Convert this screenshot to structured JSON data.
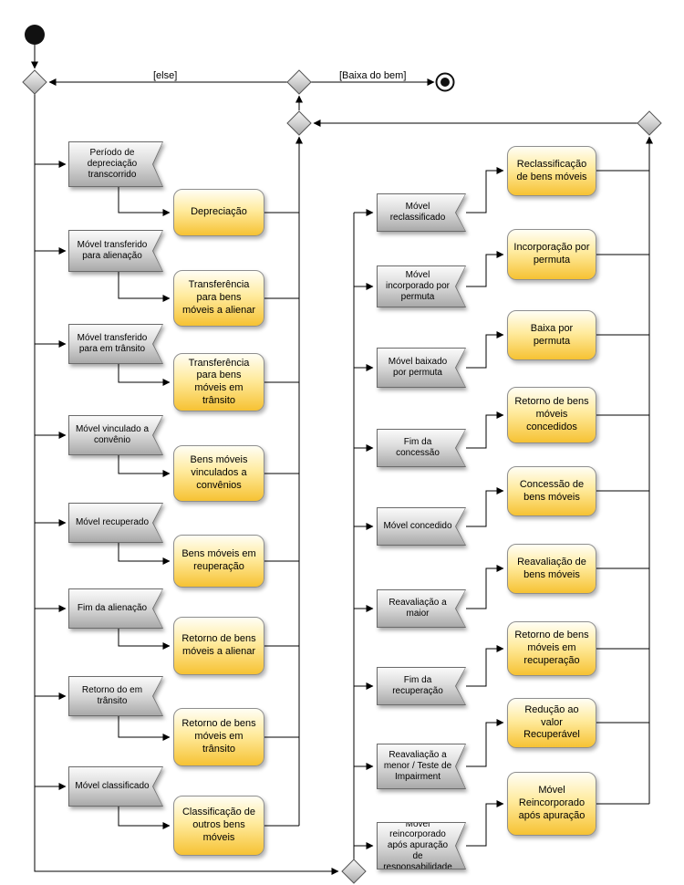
{
  "diagram": {
    "edge_labels": {
      "else": "[else]",
      "baixa": "[Baixa do bem]"
    },
    "colors": {
      "action_fill_top": "#fffef5",
      "action_fill_bottom": "#f6c233",
      "signal_fill_top": "#fafafa",
      "signal_fill_bottom": "#a9a9a9",
      "line": "#000000"
    },
    "left_signals": [
      "Período de depreciação transcorrido",
      "Móvel transferido para alienação",
      "Móvel transferido para em trânsito",
      "Móvel vinculado a convênio",
      "Móvel recuperado",
      "Fim da alienação",
      "Retorno do em trânsito",
      "Móvel classificado"
    ],
    "left_actions": [
      "Depreciação",
      "Transferência para bens móveis a alienar",
      "Transferência para bens móveis em trânsito",
      "Bens móveis vinculados a convênios",
      "Bens móveis em reuperação",
      "Retorno de bens móveis a alienar",
      "Retorno de bens móveis em trânsito",
      "Classificação de outros bens móveis"
    ],
    "right_signals": [
      "Móvel reclassificado",
      "Móvel incorporado por permuta",
      "Móvel baixado por permuta",
      "Fim da concessão",
      "Móvel concedido",
      "Reavaliação a maior",
      "Fim da recuperação",
      "Reavaliação a menor / Teste de Impairment",
      "Móvel reincorporado após apuração de responsabilidade"
    ],
    "right_actions": [
      "Reclassificação de bens móveis",
      "Incorporação por permuta",
      "Baixa por permuta",
      "Retorno de bens móveis concedidos",
      "Concessão de bens móveis",
      "Reavaliação de bens móveis",
      "Retorno de bens móveis em recuperação",
      "Redução ao valor Recuperável",
      "Móvel Reincorporado após apuração"
    ]
  }
}
